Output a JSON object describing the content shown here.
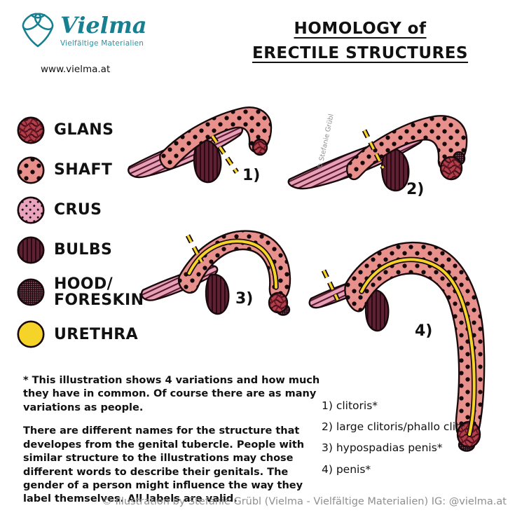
{
  "colors": {
    "brand_teal": "#177f8f",
    "shaft_pink": "#e8908c",
    "crus_pink": "#e9a3bd",
    "bulb_maroon": "#5e2134",
    "glans_red": "#b24048",
    "hood_dark": "#6d3d49",
    "urethra_yellow": "#f5d328",
    "outline_black": "#17090c",
    "footer_gray": "#8f8f8f"
  },
  "header": {
    "brand": "Vielma",
    "brand_subtitle": "Vielfältige Materialien",
    "brand_url": "www.vielma.at",
    "title_line1": "HOMOLOGY of",
    "title_line2": "ERECTILE STRUCTURES"
  },
  "legend": {
    "items": [
      {
        "label": "GLANS"
      },
      {
        "label": "SHAFT"
      },
      {
        "label": "CRUS"
      },
      {
        "label": "BULBS"
      },
      {
        "label": "HOOD/",
        "label2": "FORESKIN"
      },
      {
        "label": "URETHRA"
      }
    ]
  },
  "figures": [
    {
      "number": "1)"
    },
    {
      "number": "2)"
    },
    {
      "number": "3)"
    },
    {
      "number": "4)"
    }
  ],
  "watermark": "© Stefanie Grübl",
  "notes": {
    "paragraph1": "* This illustration shows 4 variations and how much they have in common. Of course there are as many variations as people.",
    "paragraph2": "There are different names for the structure that developes from the genital tubercle. People with similar structure to the illustrations may chose different words to describe their genitals. The gender of a person might influence the way they label themselves. All labels are valid."
  },
  "variations": [
    "1) clitoris*",
    "2) large clitoris/phallo clit*",
    "3) hypospadias penis*",
    "4) penis*"
  ],
  "footer": "© Illustration by Stefanie Grübl (Vielma - Vielfältige Materialien) IG: @vielma.at"
}
